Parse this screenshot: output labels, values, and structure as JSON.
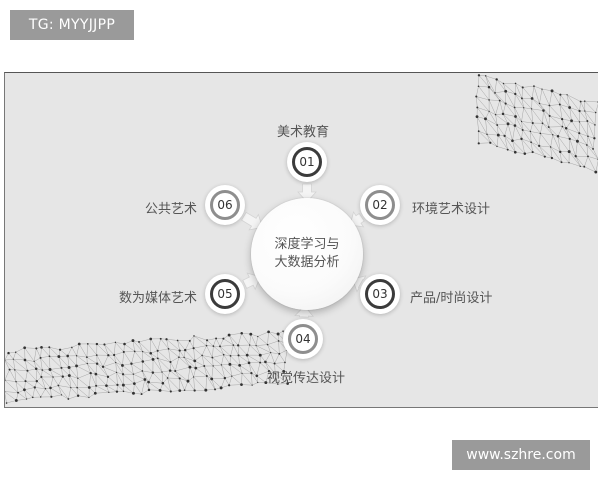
{
  "tag_badge": "TG: MYYJJPP",
  "watermark": "www.szhre.com",
  "center": {
    "line1": "深度学习与",
    "line2": "大数据分析"
  },
  "nodes": [
    {
      "number": "01",
      "label": "美术教育"
    },
    {
      "number": "02",
      "label": "环境艺术设计"
    },
    {
      "number": "03",
      "label": "产品/时尚设计"
    },
    {
      "number": "04",
      "label": "视觉传达设计"
    },
    {
      "number": "05",
      "label": "数为媒体艺术"
    },
    {
      "number": "06",
      "label": "公共艺术"
    }
  ],
  "colors": {
    "slide_background": "#e6e6e6",
    "badge_background": "#9a9a9a",
    "ring_dark": "#3b3b3b",
    "ring_light": "#8e8e8e",
    "text": "#555555"
  }
}
